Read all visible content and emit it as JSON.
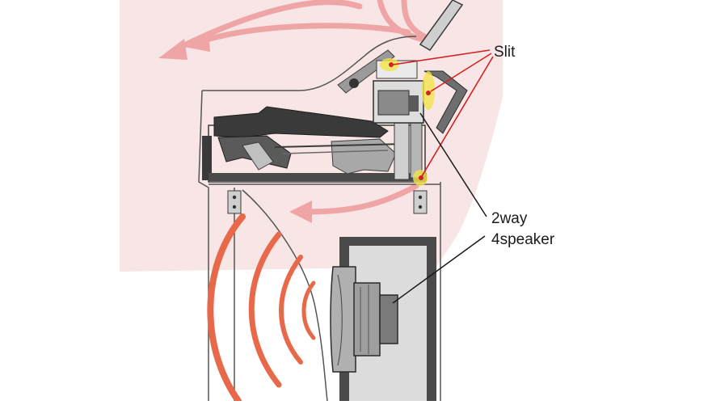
{
  "labels": {
    "slit": "Slit",
    "speaker_line1": "2way",
    "speaker_line2": "4speaker"
  },
  "colors": {
    "airflow_background": "#f6dcdc",
    "airflow_arrow": "#ee9a9a",
    "sound_wave": "#e8694a",
    "callout_line": "#d42020",
    "slit_highlight": "#f2e34a",
    "pointer_line": "#1a1a1a",
    "cabinet_outline": "#555555",
    "mechanism_dark": "#3a3a3a",
    "mechanism_gray": "#9a9a9a"
  },
  "icons": {
    "slit_markers": "yellow-ellipse",
    "sound_waves": "concentric-arcs",
    "airflow": "curved-arrows"
  }
}
